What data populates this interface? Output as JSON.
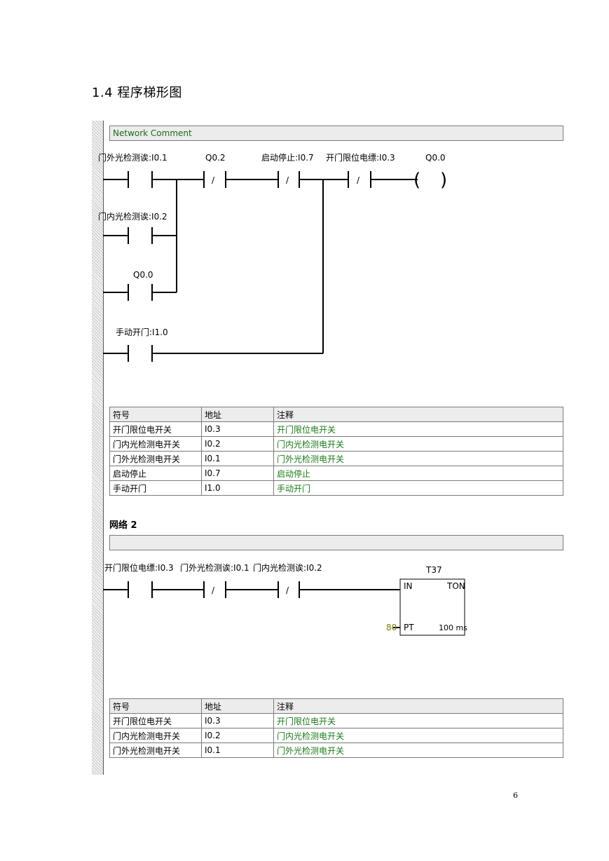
{
  "heading": "1.4 程序梯形图",
  "network1": {
    "comment": "Network Comment",
    "labels": {
      "c1": "门外光检测诶:I0.1",
      "c2": "门内光检测诶:I0.2",
      "c3": "Q0.0",
      "c4": "手动开门:I1.0",
      "s1": "Q0.2",
      "s2": "启动停止:I0.7",
      "s3": "开门限位电缥:I0.3",
      "coil": "Q0.0",
      "nc": "/",
      "coil_open": "(",
      "coil_close": ")"
    },
    "table": {
      "headers": [
        "符号",
        "地址",
        "注释"
      ],
      "rows": [
        [
          "开门限位电开关",
          "I0.3",
          " 开门限位电开关"
        ],
        [
          "门内光检测电开关",
          "I0.2",
          "门内光检测电开关"
        ],
        [
          "门外光检测电开关",
          "I0.1",
          "门外光检测电开关"
        ],
        [
          "启动停止",
          "I0.7",
          "启动停止"
        ],
        [
          "手动开门",
          "I1.0",
          "手动开门"
        ]
      ]
    }
  },
  "network2": {
    "title": "网络 2",
    "comment": "",
    "labels": {
      "c1": "开门限位电缥:I0.3",
      "c2": "门外光检测诶:I0.1",
      "c3": "门内光检测诶:I0.2",
      "timer": "T37",
      "in": "IN",
      "ton": "TON",
      "pt": "PT",
      "ptval": "80",
      "base": "100 ms",
      "nc": "/"
    },
    "table": {
      "headers": [
        "符号",
        "地址",
        "注释"
      ],
      "rows": [
        [
          "开门限位电开关",
          "I0.3",
          " 开门限位电开关"
        ],
        [
          "门内光检测电开关",
          "I0.2",
          "门内光检测电开关"
        ],
        [
          "门外光检测电开关",
          "I0.1",
          "门外光检测电开关"
        ]
      ]
    }
  },
  "page_number": "6"
}
